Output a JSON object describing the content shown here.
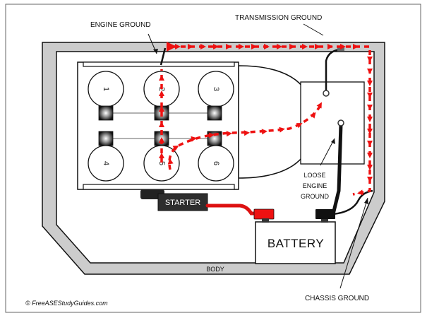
{
  "labels": {
    "engine_ground": "ENGINE GROUND",
    "transmission_ground": "TRANSMISSION GROUND",
    "loose_line1": "LOOSE",
    "loose_line2": "ENGINE",
    "loose_line3": "GROUND",
    "chassis_ground": "CHASSIS GROUND",
    "body": "BODY",
    "starter": "STARTER",
    "battery": "BATTERY",
    "copyright": "© FreeASEStudyGuides.com"
  },
  "cylinders": [
    "1",
    "2",
    "3",
    "4",
    "5",
    "6"
  ],
  "colors": {
    "arrow": "#ee1111",
    "frame": "#cccccc",
    "cable": "#111111",
    "positive_cable": "#dd1111"
  },
  "icons": {
    "current_flow": "red-dashed-arrow",
    "spark_plug": "radial-gradient-square"
  }
}
